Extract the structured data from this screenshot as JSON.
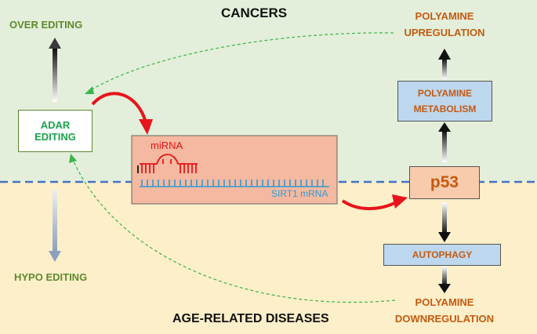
{
  "colors": {
    "top_region": "#e3efda",
    "bottom_region": "#fdefc9",
    "green_text": "#5e8a2f",
    "adar_text": "#1aa34a",
    "orange_text": "#c55a11",
    "red_arrow": "#e8141b",
    "blue_dash": "#4472c4",
    "mrna_blue": "#2e9bd6",
    "mirna_red": "#e8141b",
    "blue_box": "#bdd7ee",
    "p53_fill": "#f8cbad",
    "mrna_box_fill": "#f4b9a0",
    "feedback_green": "#3cb44b"
  },
  "labels": {
    "top_title": "CANCERS",
    "bottom_title": "AGE-RELATED DISEASES",
    "over_editing": "OVER EDITING",
    "hypo_editing": "HYPO EDITING",
    "adar_line1": "ADAR",
    "adar_line2": "EDITING",
    "mirna": "miRNA",
    "sirt1_mrna": "SIRT1 mRNA",
    "p53": "p53",
    "polyamine_up_line1": "POLYAMINE",
    "polyamine_up_line2": "UPREGULATION",
    "polyamine_metab_line1": "POLYAMINE",
    "polyamine_metab_line2": "METABOLISM",
    "autophagy": "AUTOPHAGY",
    "polyamine_down_line1": "POLYAMINE",
    "polyamine_down_line2": "DOWNREGULATION"
  }
}
